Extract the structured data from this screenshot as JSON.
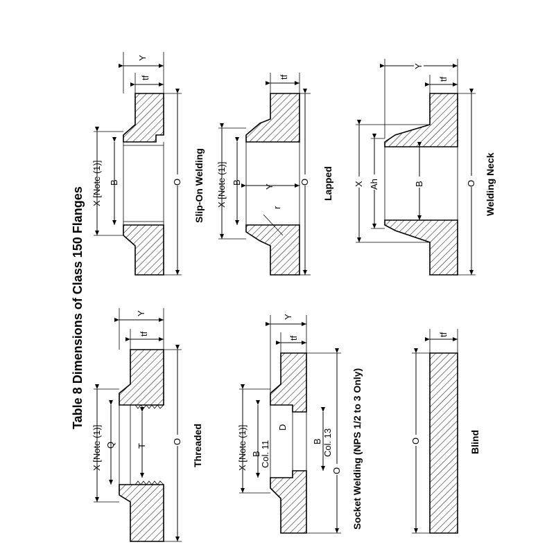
{
  "title": "Table 8   Dimensions of Class 150 Flanges",
  "flanges": {
    "slip_on": {
      "caption": "Slip-On Welding",
      "x_label": "X [Note (1)]",
      "b_label": "B",
      "o_label": "O",
      "y_label": "Y",
      "tf_label": "tf"
    },
    "threaded": {
      "caption": "Threaded",
      "x_label": "X [Note (1)]",
      "q_label": "Q",
      "t_label": "T",
      "o_label": "O",
      "y_label": "Y",
      "tf_label": "tf"
    },
    "lapped": {
      "caption": "Lapped",
      "x_label": "X [Note (1)]",
      "b_label": "B",
      "y_inner_label": "Y",
      "r_label": "r",
      "o_label": "O",
      "tf_label": "tf"
    },
    "socket": {
      "caption": "Socket Welding (NPS 1/2 to 3 Only)",
      "x_label": "X [Note (1)]",
      "b11_label": "B",
      "col11_label": "Col. 11",
      "d_label": "D",
      "b13_label": "B",
      "col13_label": "Col. 13",
      "o_label": "O",
      "y_label": "Y",
      "tf_label": "tf"
    },
    "welding_neck": {
      "caption": "Welding Neck",
      "x_label": "X",
      "ah_label": "Ah",
      "b_label": "B",
      "o_label": "O",
      "y_label": "Y",
      "tf_label": "tf"
    },
    "blind": {
      "caption": "Blind",
      "o_label": "O",
      "tf_label": "tf"
    }
  }
}
